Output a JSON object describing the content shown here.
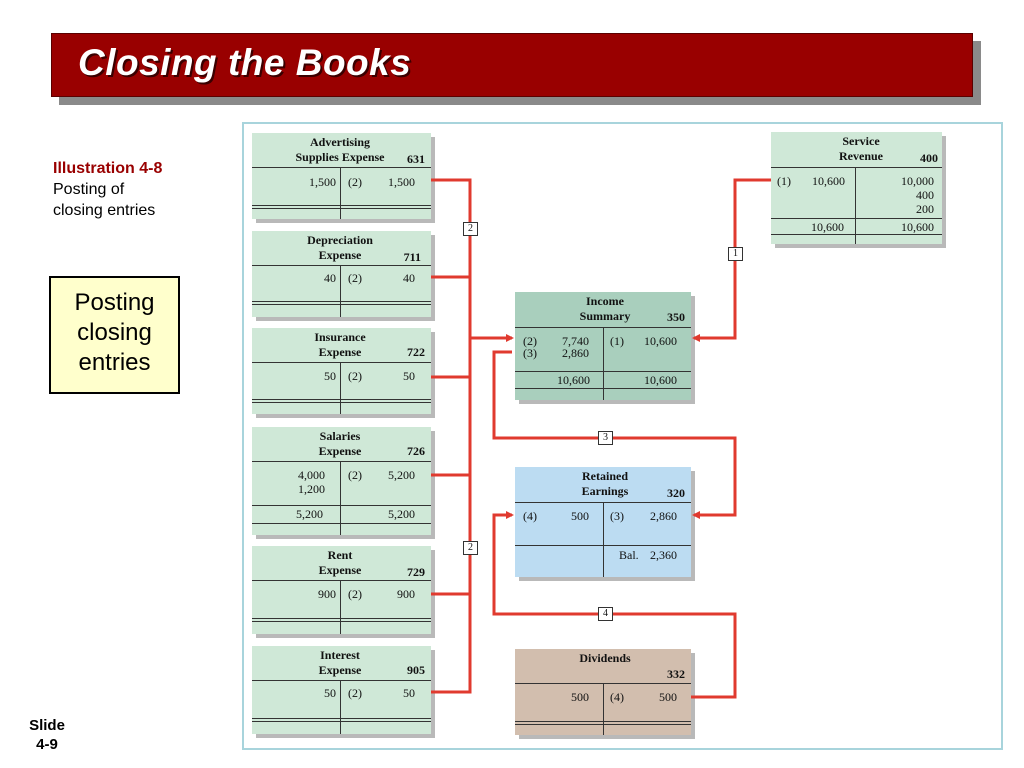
{
  "slide": {
    "title": "Closing the Books",
    "illustration_heading": "Illustration 4-8",
    "illustration_caption_1": "Posting of",
    "illustration_caption_2": "closing entries",
    "callout_1": "Posting",
    "callout_2": "closing",
    "callout_3": "entries",
    "slide_label": "Slide",
    "slide_number": "4-9"
  },
  "colors": {
    "title_bar": "#990000",
    "illustration_heading": "#990000",
    "callout_bg": "#ffffcc",
    "arrow": "#e03a2f",
    "expense_accounts": "#cfe8d7",
    "income_summary": "#a9cfbd",
    "retained_earnings": "#bcdcf2",
    "dividends": "#d2beae"
  },
  "tags": {
    "t1": "1",
    "t2a": "2",
    "t2b": "2",
    "t3": "3",
    "t4": "4"
  },
  "accounts": {
    "advertising": {
      "name_1": "Advertising",
      "name_2": "Supplies Expense",
      "number": "631",
      "debit": "1,500",
      "credit_ref": "(2)",
      "credit": "1,500"
    },
    "depreciation": {
      "name_1": "Depreciation",
      "name_2": "Expense",
      "number": "711",
      "debit": "40",
      "credit_ref": "(2)",
      "credit": "40"
    },
    "insurance": {
      "name_1": "Insurance",
      "name_2": "Expense",
      "number": "722",
      "debit": "50",
      "credit_ref": "(2)",
      "credit": "50"
    },
    "salaries": {
      "name_1": "Salaries",
      "name_2": "Expense",
      "number": "726",
      "debit_1": "4,000",
      "debit_2": "1,200",
      "credit_ref": "(2)",
      "credit": "5,200",
      "total_debit": "5,200",
      "total_credit": "5,200"
    },
    "rent": {
      "name_1": "Rent",
      "name_2": "Expense",
      "number": "729",
      "debit": "900",
      "credit_ref": "(2)",
      "credit": "900"
    },
    "interest": {
      "name_1": "Interest",
      "name_2": "Expense",
      "number": "905",
      "debit": "50",
      "credit_ref": "(2)",
      "credit": "50"
    },
    "service_revenue": {
      "name_1": "Service",
      "name_2": "Revenue",
      "number": "400",
      "debit_ref": "(1)",
      "debit": "10,600",
      "credit_1": "10,000",
      "credit_2": "400",
      "credit_3": "200",
      "total_debit": "10,600",
      "total_credit": "10,600"
    },
    "income_summary": {
      "name_1": "Income",
      "name_2": "Summary",
      "number": "350",
      "debit_ref_1": "(2)",
      "debit_1": "7,740",
      "debit_ref_2": "(3)",
      "debit_2": "2,860",
      "credit_ref": "(1)",
      "credit": "10,600",
      "total_debit": "10,600",
      "total_credit": "10,600"
    },
    "retained_earnings": {
      "name_1": "Retained",
      "name_2": "Earnings",
      "number": "320",
      "debit_ref": "(4)",
      "debit": "500",
      "credit_ref": "(3)",
      "credit": "2,860",
      "balance_label": "Bal.",
      "balance": "2,360"
    },
    "dividends": {
      "name_1": "Dividends",
      "number": "332",
      "debit": "500",
      "credit_ref": "(4)",
      "credit": "500"
    }
  }
}
